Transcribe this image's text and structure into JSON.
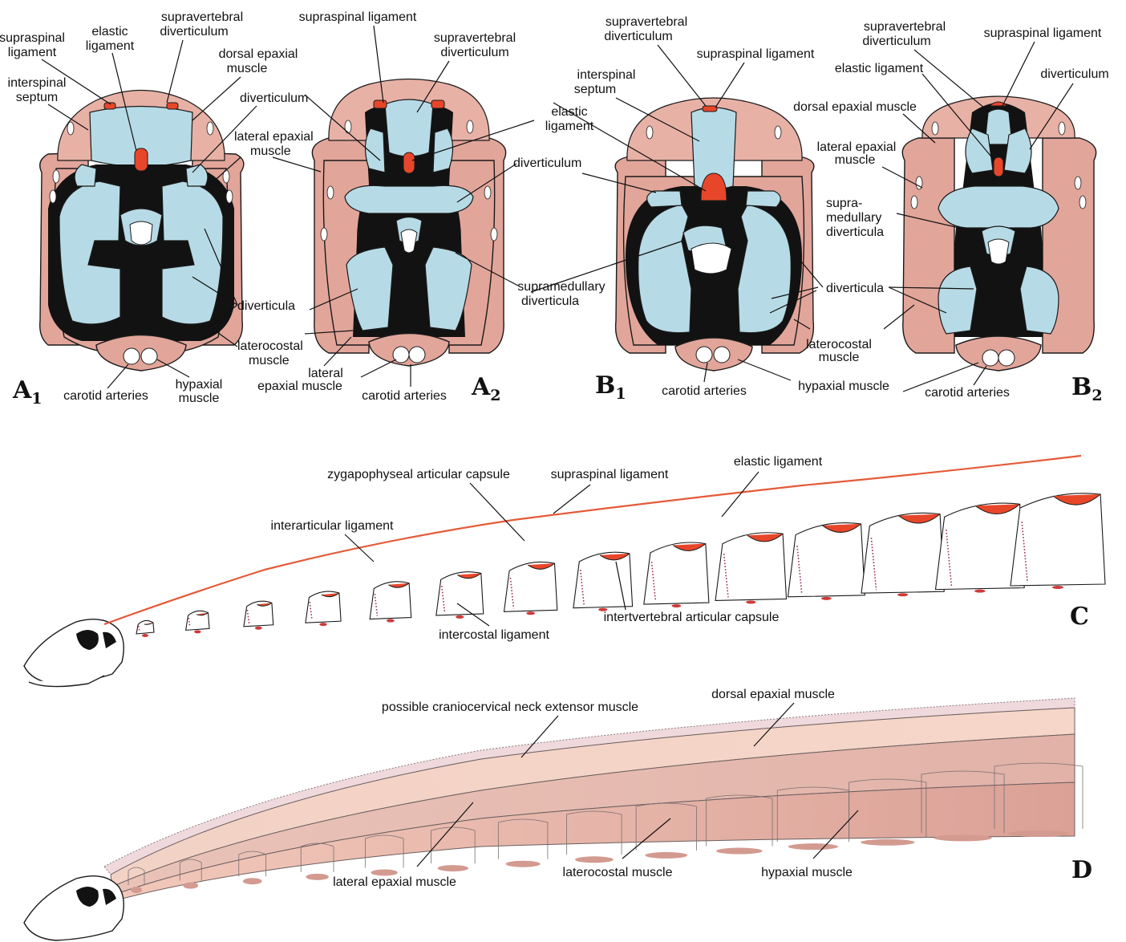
{
  "panels": {
    "A1": {
      "letter": "A",
      "sub": "1"
    },
    "A2": {
      "letter": "A",
      "sub": "2"
    },
    "B1": {
      "letter": "B",
      "sub": "1"
    },
    "B2": {
      "letter": "B",
      "sub": "2"
    },
    "C": {
      "letter": "C"
    },
    "D": {
      "letter": "D"
    }
  },
  "labels": {
    "a1": {
      "supraspinal_ligament": [
        "supraspinal",
        "ligament"
      ],
      "elastic_ligament": [
        "elastic",
        "ligament"
      ],
      "supravertebral_diverticulum": [
        "supravertebral",
        "diverticulum"
      ],
      "dorsal_epaxial_muscle": [
        "dorsal epaxial",
        "muscle"
      ],
      "interspinal_septum": [
        "interspinal",
        "septum"
      ],
      "diverticulum": "diverticulum",
      "lateral_epaxial_muscle": [
        "lateral epaxial",
        "muscle"
      ],
      "diverticula": "diverticula",
      "laterocostal_muscle": [
        "laterocostal",
        "muscle"
      ],
      "carotid_arteries": "carotid arteries",
      "hypaxial_muscle": [
        "hypaxial",
        "muscle"
      ]
    },
    "a2": {
      "supraspinal_ligament": "supraspinal ligament",
      "supravertebral_diverticulum": [
        "supravertebral",
        "diverticulum"
      ],
      "elastic_ligament": [
        "elastic",
        "ligament"
      ],
      "diverticulum": "diverticulum",
      "supramedullary_diverticula": [
        "supramedullary",
        "diverticula"
      ],
      "lateral_epaxial_muscle": [
        "lateral",
        "epaxial muscle"
      ],
      "carotid_arteries": "carotid arteries"
    },
    "b1": {
      "supravertebral_diverticulum": [
        "supravertebral",
        "diverticulum"
      ],
      "supraspinal_ligament": "supraspinal ligament",
      "interspinal_septum": [
        "interspinal",
        "septum"
      ],
      "carotid_arteries": "carotid arteries",
      "hypaxial_muscle": "hypaxial muscle"
    },
    "b2": {
      "supravertebral_diverticulum": [
        "supravertebral",
        "diverticulum"
      ],
      "supraspinal_ligament": "supraspinal ligament",
      "elastic_ligament": "elastic ligament",
      "diverticulum": "diverticulum",
      "dorsal_epaxial_muscle": "dorsal epaxial muscle",
      "lateral_epaxial_muscle": [
        "lateral epaxial",
        "muscle"
      ],
      "supramedullary_diverticula": [
        "supra-",
        "medullary",
        "diverticula"
      ],
      "diverticula": "diverticula",
      "laterocostal_muscle": [
        "laterocostal",
        "muscle"
      ],
      "carotid_arteries": "carotid arteries"
    },
    "c": {
      "zygapophyseal_capsule": "zygapophyseal articular capsule",
      "supraspinal_ligament": "supraspinal ligament",
      "elastic_ligament": "elastic ligament",
      "interarticular_ligament": "interarticular ligament",
      "intervertebral_capsule": "intertvertebral articular capsule",
      "intercostal_ligament": "intercostal ligament"
    },
    "d": {
      "craniocervical": "possible craniocervical neck extensor muscle",
      "dorsal_epaxial_muscle": "dorsal epaxial muscle",
      "lateral_epaxial_muscle": "lateral epaxial muscle",
      "laterocostal_muscle": "laterocostal muscle",
      "hypaxial_muscle": "hypaxial muscle"
    }
  },
  "colors": {
    "muscle": "#e2a59a",
    "air_sac": "#b7dbe6",
    "bone": "#121212",
    "ligament": "#e8462a",
    "capsule": "#9b2f55"
  }
}
